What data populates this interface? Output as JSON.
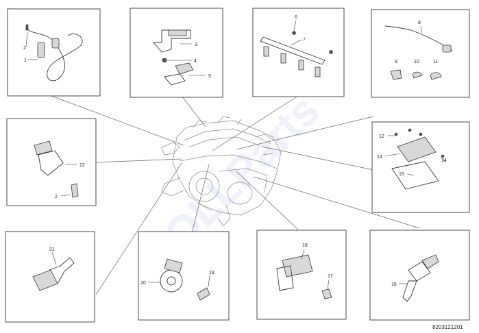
{
  "watermark": "HOLLParts",
  "diagram_number": "8203121201",
  "callouts": {
    "c1": "1",
    "c2": "2",
    "c3": "3",
    "c4": "4",
    "c5": "5",
    "c6": "6",
    "c7": "7",
    "c8": "8",
    "c9": "9",
    "c10": "10",
    "c11": "11",
    "c12": "12",
    "c13": "13",
    "c14": "14",
    "c15": "15",
    "c16": "16",
    "c17": "17",
    "c18": "18",
    "c19": "19",
    "c20": "20",
    "c21": "21",
    "c22": "22",
    "c2b": "2"
  }
}
